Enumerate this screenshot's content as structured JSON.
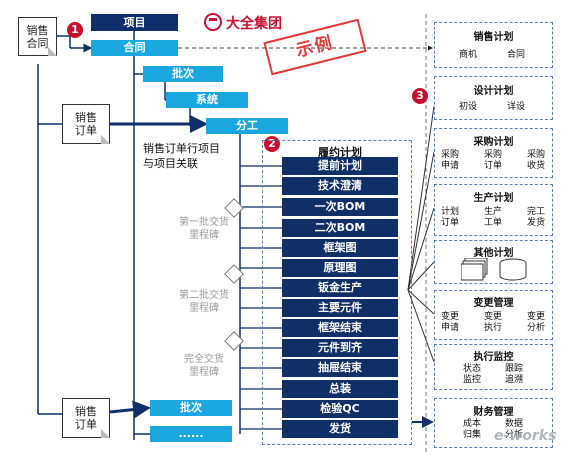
{
  "brand": {
    "logo_text": "大全集团"
  },
  "stamp": "示例",
  "markers": [
    "1",
    "2",
    "3"
  ],
  "docs": {
    "sales_contract": "销售\n合同",
    "sales_order_1": "销售\n订单",
    "sales_order_2": "销售\n订单"
  },
  "hierarchy": {
    "project": "项目",
    "contract": "合同",
    "batch": "批次",
    "system": "系统",
    "division": "分工",
    "batch2": "批次",
    "more": "......"
  },
  "association_note": "销售订单行项目\n与项目关联",
  "fulfillment": {
    "title": "履约计划",
    "items": [
      "提前计划",
      "技术澄清",
      "一次BOM",
      "二次BOM",
      "框架图",
      "原理图",
      "钣金生产",
      "主要元件",
      "框架结束",
      "元件到齐",
      "抽屉结束",
      "总装",
      "检验QC",
      "发货"
    ]
  },
  "milestones": [
    "第一批交货\n里程碑",
    "第二批交货\n里程碑",
    "完全交货\n里程碑"
  ],
  "panels": {
    "sales": {
      "title": "销售计划",
      "from": "商机",
      "to": "合同"
    },
    "design": {
      "title": "设计计划",
      "from": "初设",
      "to": "详设"
    },
    "purchase": {
      "title": "采购计划",
      "steps": [
        "采购\n申请",
        "采购\n订单",
        "采购\n收货"
      ]
    },
    "production": {
      "title": "生产计划",
      "steps": [
        "计划\n订单",
        "生产\n工单",
        "完工\n发货"
      ]
    },
    "other": {
      "title": "其他计划"
    },
    "change": {
      "title": "变更管理",
      "steps": [
        "变更\n申请",
        "变更\n执行",
        "变更\n分析"
      ]
    },
    "monitor": {
      "title": "执行监控",
      "cells": [
        "状态\n监控",
        "跟踪\n追溯"
      ]
    },
    "finance": {
      "title": "财务管理",
      "cells": [
        "成本\n归集",
        "数据\n分析"
      ]
    }
  },
  "colors": {
    "dark_navy": "#0f2f6b",
    "sky_blue": "#1aa7e0",
    "red": "#c8102e",
    "panel_border": "#5b7fb0"
  },
  "watermark": "e-works"
}
